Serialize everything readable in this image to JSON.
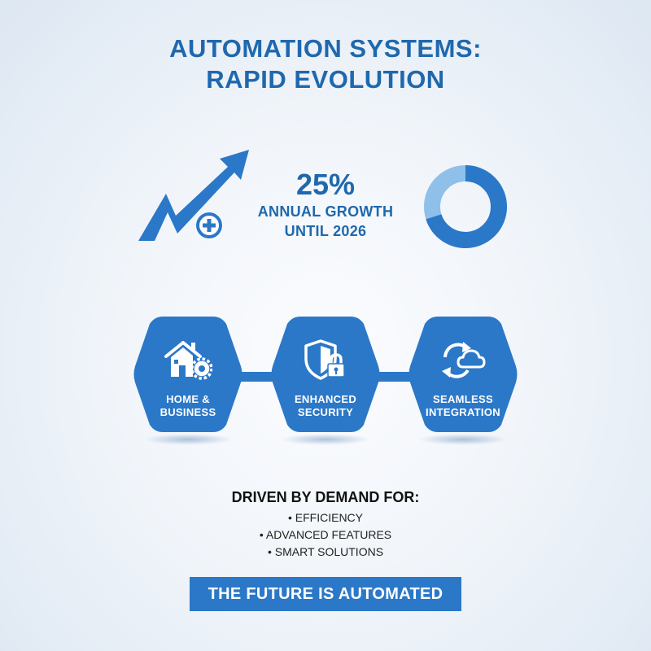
{
  "title": {
    "line1": "AUTOMATION SYSTEMS:",
    "line2": "RAPID EVOLUTION"
  },
  "growth": {
    "value": "25%",
    "line1": "ANNUAL GROWTH",
    "line2": "UNTIL 2026",
    "donut_fraction": 0.7
  },
  "pillars": [
    {
      "icon": "home-gear-icon",
      "line1": "HOME &",
      "line2": "BUSINESS"
    },
    {
      "icon": "shield-lock-icon",
      "line1": "ENHANCED",
      "line2": "SECURITY"
    },
    {
      "icon": "cloud-sync-icon",
      "line1": "SEAMLESS",
      "line2": "INTEGRATION"
    }
  ],
  "demand": {
    "heading": "DRIVEN BY DEMAND FOR:",
    "items": [
      "• EFFICIENCY",
      "• ADVANCED FEATURES",
      "• SMART SOLUTIONS"
    ]
  },
  "cta": "THE FUTURE IS AUTOMATED",
  "colors": {
    "primary": "#2b78c8",
    "title": "#1f68ad",
    "donut_light": "#8fc0ea"
  }
}
